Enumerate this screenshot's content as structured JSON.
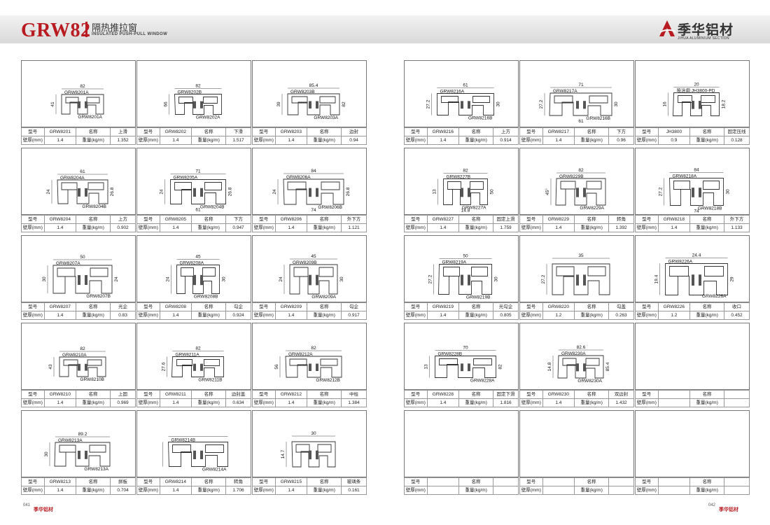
{
  "header": {
    "series": "GRW82",
    "cn_title": "隔热推拉窗",
    "en_title": "INSULATED PUSH-PULL WINDOW",
    "brand_cn": "季华铝材",
    "brand_en": "JIHUA ALUMINIUM SECTION"
  },
  "labels": {
    "model": "型号",
    "name": "名称",
    "thickness": "壁厚(mm)",
    "weight": "重量(kg/m)"
  },
  "footer": {
    "left_page": "041",
    "right_page": "042",
    "logo": "季华铝材"
  },
  "cards": [
    {
      "model": "GRW8201",
      "name": "上滑",
      "thick": "1.4",
      "weight": "1.352",
      "parts": [
        "GRW8201A",
        "GRW8201A"
      ],
      "dims": [
        "82",
        "41"
      ]
    },
    {
      "model": "GRW8202",
      "name": "下滑",
      "thick": "1.4",
      "weight": "1.517",
      "parts": [
        "GRW8202B",
        "GRW8202A"
      ],
      "dims": [
        "82",
        "66"
      ]
    },
    {
      "model": "GRW8203",
      "name": "边封",
      "thick": "1.4",
      "weight": "0.94",
      "parts": [
        "GRW8203B",
        "GRW8203A"
      ],
      "dims": [
        "85.4",
        "39",
        "82"
      ]
    },
    {
      "model": "GRW8216",
      "name": "上方",
      "thick": "1.4",
      "weight": "0.914",
      "parts": [
        "GRW8216A",
        "GRW8216B"
      ],
      "dims": [
        "61",
        "27.2",
        "30"
      ]
    },
    {
      "model": "GRW8217",
      "name": "下方",
      "thick": "1.4",
      "weight": "0.96",
      "parts": [
        "GRW8217A",
        "GRW8216B"
      ],
      "dims": [
        "71",
        "27.2",
        "30",
        "61"
      ]
    },
    {
      "model": "JH3800",
      "name": "固定压线",
      "thick": "0.9",
      "weight": "0.128",
      "parts": [
        "喷涂用:JH3800-PD"
      ],
      "dims": [
        "20",
        "16",
        "18.2"
      ]
    },
    {
      "model": "GRW8204",
      "name": "上方",
      "thick": "1.4",
      "weight": "0.902",
      "parts": [
        "GRW8204A",
        "GRW8204B"
      ],
      "dims": [
        "61",
        "24",
        "26.8"
      ]
    },
    {
      "model": "GRW8205",
      "name": "下方",
      "thick": "1.4",
      "weight": "0.947",
      "parts": [
        "GRW8205A",
        "GRW8204B"
      ],
      "dims": [
        "71",
        "24",
        "26.8",
        "61"
      ]
    },
    {
      "model": "GRW8206",
      "name": "外下方",
      "thick": "1.4",
      "weight": "1.121",
      "parts": [
        "GRW8206A",
        "GRW8206B"
      ],
      "dims": [
        "84",
        "24",
        "26.8",
        "74"
      ]
    },
    {
      "model": "GRW8227",
      "name": "固定上滑",
      "thick": "1.4",
      "weight": "1.759",
      "parts": [
        "GRW8227B",
        "GRW8227A"
      ],
      "dims": [
        "82",
        "13",
        "50",
        "14.8"
      ]
    },
    {
      "model": "GRW8229",
      "name": "转角",
      "thick": "1.4",
      "weight": "1.392",
      "parts": [
        "GRW8229B",
        "GRW8229A"
      ],
      "dims": [
        "82",
        "45°"
      ]
    },
    {
      "model": "GRW8218",
      "name": "外下方",
      "thick": "1.4",
      "weight": "1.133",
      "parts": [
        "GRW8218A",
        "GRW8218B"
      ],
      "dims": [
        "84",
        "27.2",
        "30",
        "74"
      ]
    },
    {
      "model": "GRW8207",
      "name": "光企",
      "thick": "1.4",
      "weight": "0.83",
      "parts": [
        "GRW8207A",
        "GRW8207B"
      ],
      "dims": [
        "50",
        "30",
        "24"
      ]
    },
    {
      "model": "GRW8208",
      "name": "勾企",
      "thick": "1.4",
      "weight": "0.924",
      "parts": [
        "GRW8208A",
        "GRW8208B"
      ],
      "dims": [
        "45",
        "24",
        "30"
      ]
    },
    {
      "model": "GRW8209",
      "name": "勾企",
      "thick": "1.4",
      "weight": "0.917",
      "parts": [
        "GRW8209B",
        "GRW8209A"
      ],
      "dims": [
        "45",
        "24",
        "30"
      ]
    },
    {
      "model": "GRW8219",
      "name": "光勾企",
      "thick": "1.4",
      "weight": "0.805",
      "parts": [
        "GRW8219A",
        "GRW8219B"
      ],
      "dims": [
        "50",
        "27.2",
        "30"
      ]
    },
    {
      "model": "GRW8220",
      "name": "勾盖",
      "thick": "1.2",
      "weight": "0.263",
      "parts": [],
      "dims": [
        "35",
        "27.2"
      ]
    },
    {
      "model": "GRW8226",
      "name": "收口",
      "thick": "1.2",
      "weight": "0.452",
      "parts": [
        "GRW8226A",
        "GRW8226A"
      ],
      "dims": [
        "24.4",
        "19.4",
        "29"
      ]
    },
    {
      "model": "GRW8210",
      "name": "上固",
      "thick": "1.4",
      "weight": "0.969",
      "parts": [
        "GRW8210A",
        "GRW8210B"
      ],
      "dims": [
        "82",
        "43"
      ]
    },
    {
      "model": "GRW8211",
      "name": "边封盖",
      "thick": "1.4",
      "weight": "0.634",
      "parts": [
        "GRW8211A",
        "GRW8211B"
      ],
      "dims": [
        "82",
        "27.6"
      ]
    },
    {
      "model": "GRW8212",
      "name": "中柱",
      "thick": "1.4",
      "weight": "1.384",
      "parts": [
        "GRW8212A",
        "GRW8212B"
      ],
      "dims": [
        "82",
        "56"
      ]
    },
    {
      "model": "GRW8228",
      "name": "固定下滑",
      "thick": "1.4",
      "weight": "1.816",
      "parts": [
        "GRW8228B",
        "GRW8228A"
      ],
      "dims": [
        "70",
        "13",
        "82"
      ]
    },
    {
      "model": "GRW8230",
      "name": "双边封",
      "thick": "1.4",
      "weight": "1.432",
      "parts": [
        "GRW8230A",
        "GRW8230A"
      ],
      "dims": [
        "82.6",
        "14.8",
        "85.4"
      ]
    },
    {
      "model": "",
      "name": "",
      "thick": "",
      "weight": "",
      "parts": [],
      "dims": []
    },
    {
      "model": "GRW8213",
      "name": "拼板",
      "thick": "1.4",
      "weight": "0.704",
      "parts": [
        "GRW8213A",
        "GRW8213A"
      ],
      "dims": [
        "89.2",
        "30"
      ]
    },
    {
      "model": "GRW8214",
      "name": "转角",
      "thick": "1.4",
      "weight": "1.706",
      "parts": [
        "GRW8214B",
        "GRW8214A"
      ],
      "dims": []
    },
    {
      "model": "GRW8215",
      "name": "玻璃条",
      "thick": "1.4",
      "weight": "0.161",
      "parts": [],
      "dims": [
        "30",
        "14.7"
      ]
    },
    {
      "model": "",
      "name": "",
      "thick": "",
      "weight": "",
      "parts": [],
      "dims": []
    },
    {
      "model": "",
      "name": "",
      "thick": "",
      "weight": "",
      "parts": [],
      "dims": []
    },
    {
      "model": "",
      "name": "",
      "thick": "",
      "weight": "",
      "parts": [],
      "dims": []
    }
  ]
}
